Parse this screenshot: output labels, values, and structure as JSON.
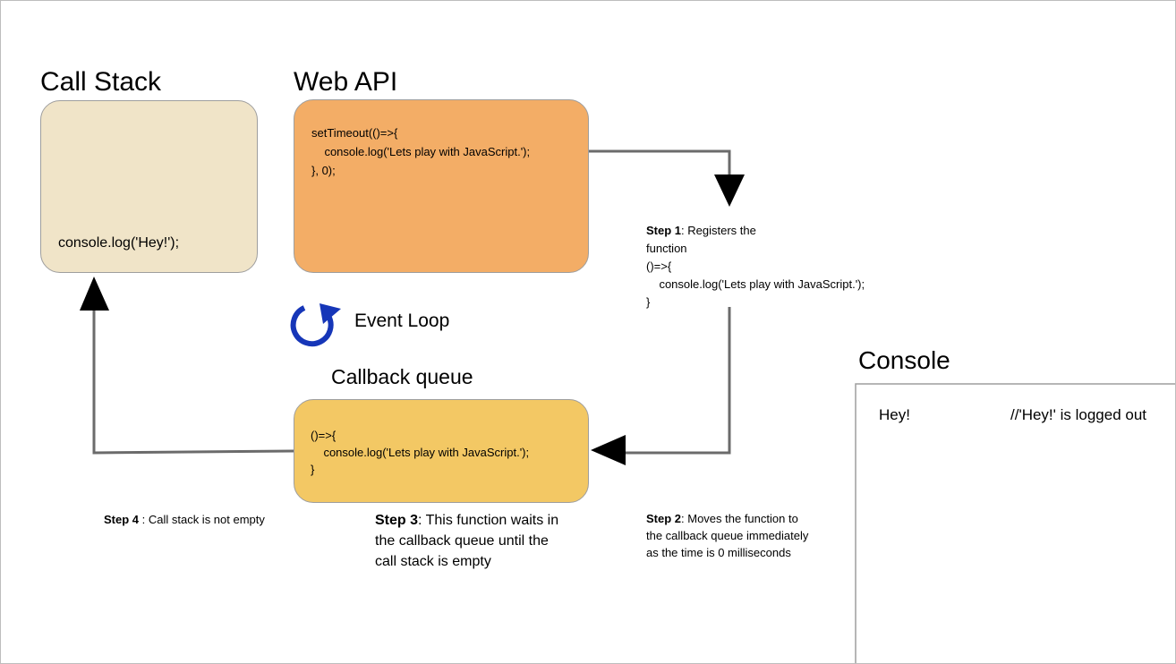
{
  "call_stack": {
    "title": "Call Stack",
    "code": "console.log('Hey!');"
  },
  "web_api": {
    "title": "Web API",
    "code": "setTimeout(()=>{\n    console.log('Lets play with JavaScript.');\n}, 0);"
  },
  "event_loop": {
    "label": "Event Loop",
    "icon": "refresh-arrow-icon"
  },
  "callback_queue": {
    "title": "Callback queue",
    "code": "()=>{\n    console.log('Lets play with JavaScript.');\n}"
  },
  "console": {
    "title": "Console",
    "output": "Hey!",
    "comment": "//'Hey!' is logged out"
  },
  "steps": {
    "step1": {
      "bold": "Step 1",
      "text": ": Registers the\nfunction\n()=>{\n    console.log('Lets play with JavaScript.');\n}"
    },
    "step2": {
      "bold": "Step 2",
      "text": ": Moves the function to\nthe callback queue immediately\nas the time is 0 milliseconds"
    },
    "step3": {
      "bold": "Step 3",
      "text": ": This function waits in\nthe callback queue until the\ncall stack is empty"
    },
    "step4": {
      "bold": "Step 4 ",
      "text": ": Call stack is not empty"
    }
  },
  "colors": {
    "call_stack_fill": "#f0e4c8",
    "web_api_fill": "#f3ad66",
    "callback_queue_fill": "#f3c864",
    "event_loop_icon": "#1636b8",
    "connector": "#6b6b6b"
  }
}
